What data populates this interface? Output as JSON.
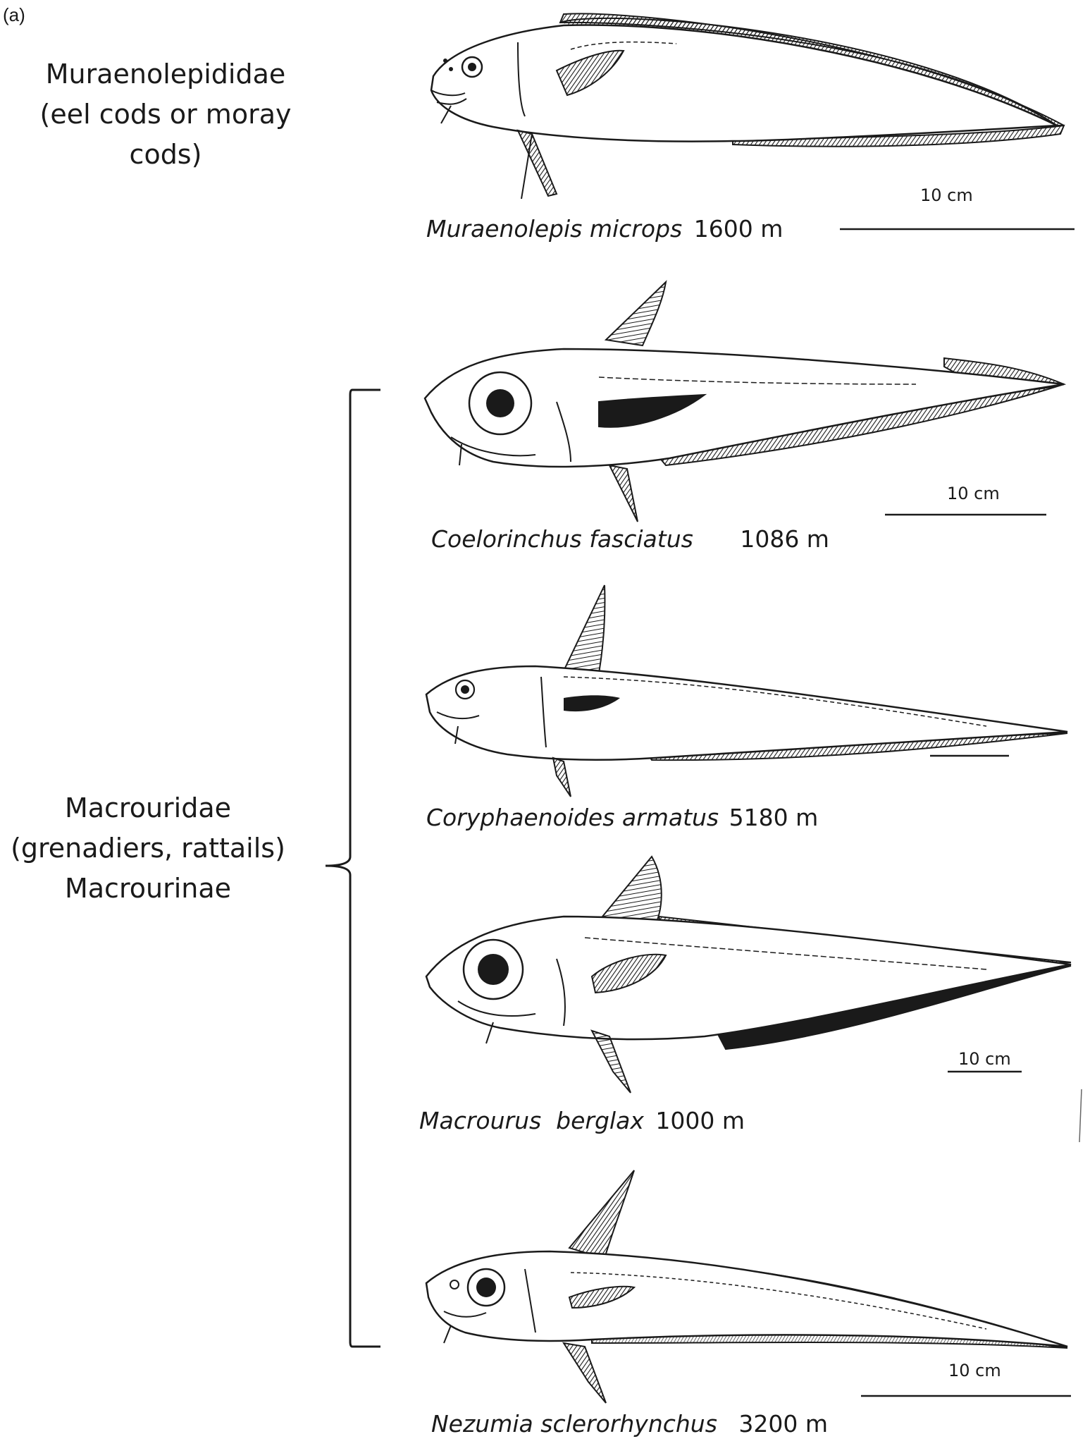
{
  "panel_label": "(a)",
  "groups": [
    {
      "lines": [
        "Muraenolepididae",
        "(eel cods or moray cods)"
      ]
    },
    {
      "lines": [
        "Macrouridae",
        "(grenadiers, rattails)",
        "Macrourinae"
      ]
    }
  ],
  "fish": [
    {
      "species": "Muraenolepis microps",
      "depth": "1600  m",
      "scale_label": "10 cm"
    },
    {
      "species": "Coelorinchus fasciatus",
      "depth": "1086 m",
      "scale_label": "10 cm"
    },
    {
      "species": "Coryphaenoides armatus",
      "depth": "5180 m",
      "scale_label": ""
    },
    {
      "species": "Macrourus  berglax",
      "depth": "1000 m",
      "scale_label": "10 cm"
    },
    {
      "species": "Nezumia sclerorhynchus",
      "depth": "3200 m",
      "scale_label": "10 cm"
    }
  ],
  "colors": {
    "ink": "#1a1a1a",
    "background": "#ffffff"
  }
}
